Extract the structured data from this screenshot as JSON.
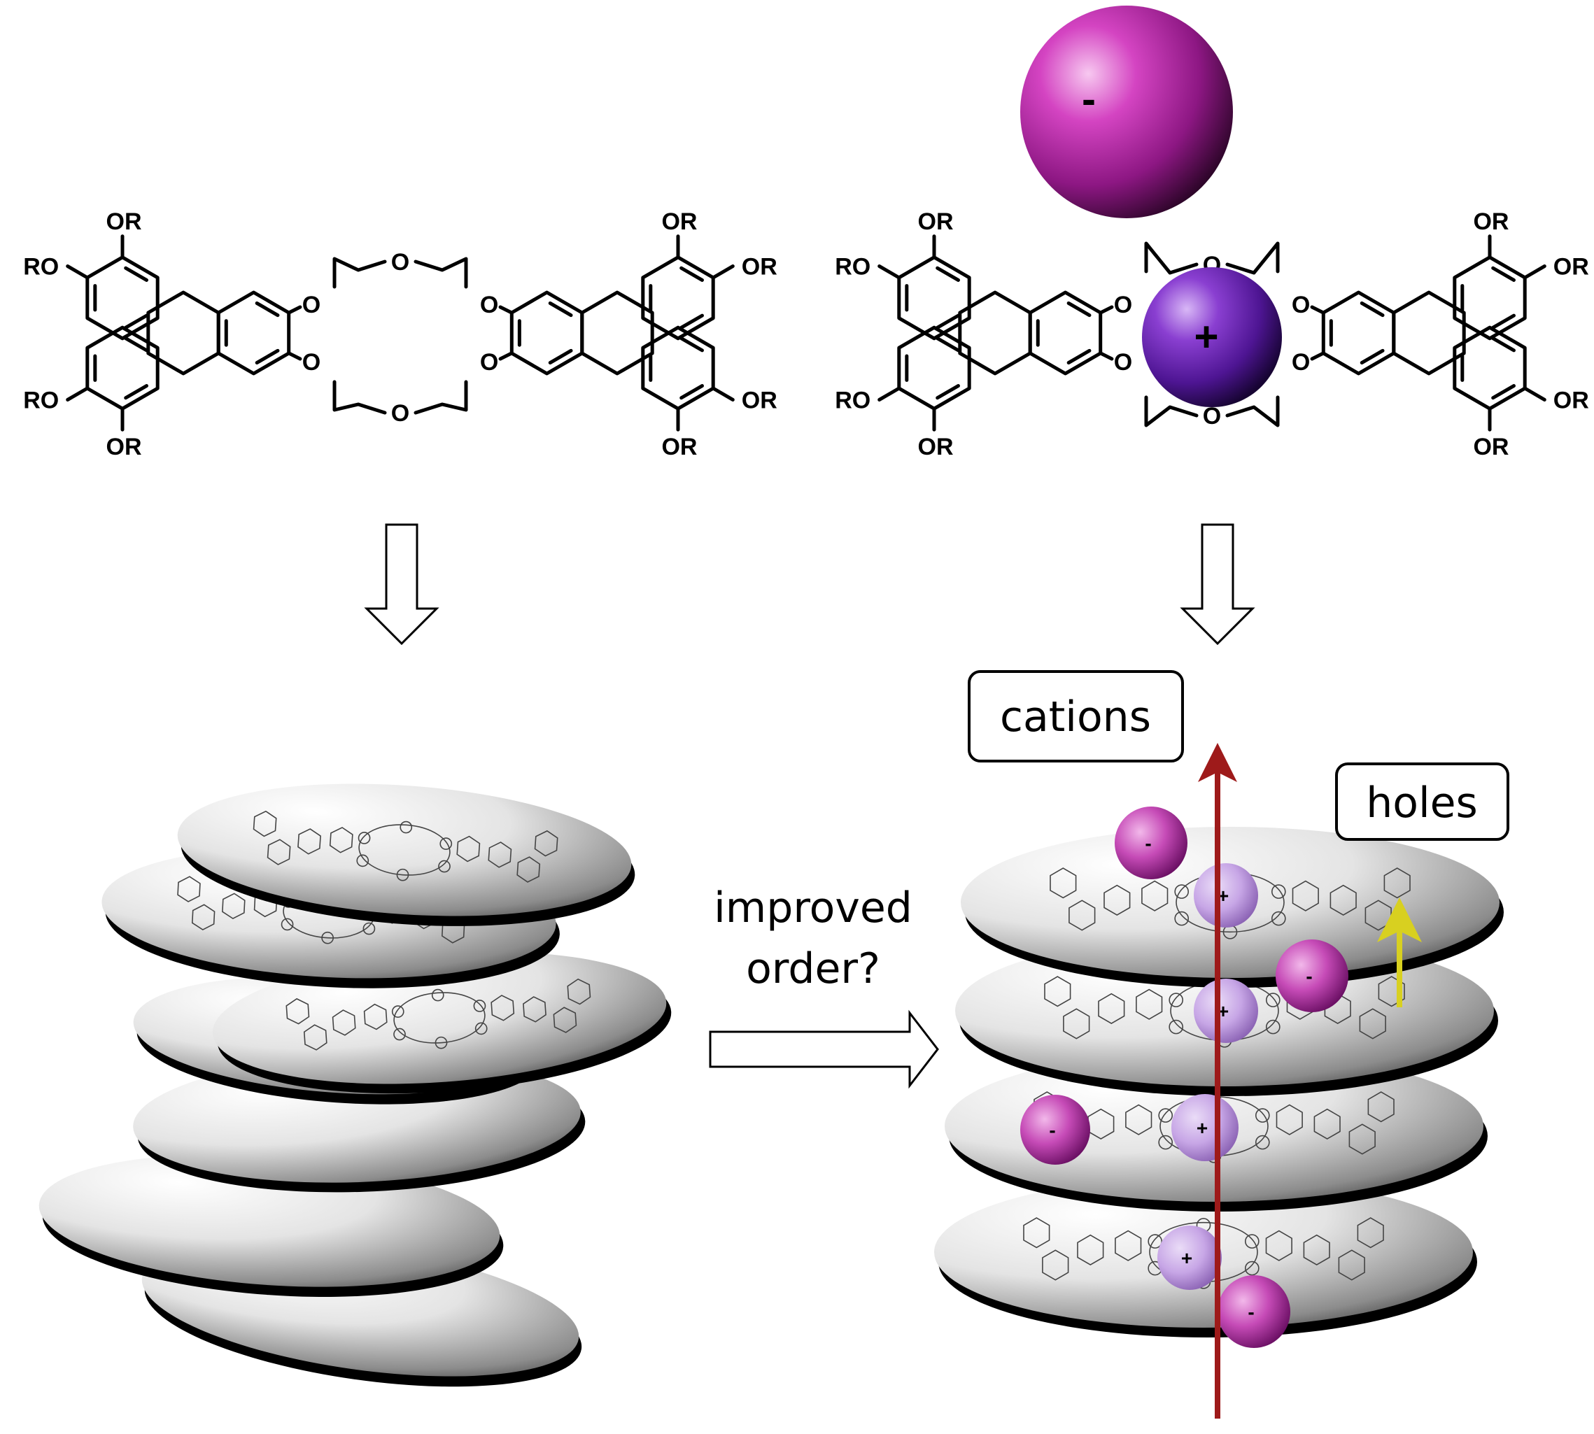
{
  "molecules": {
    "substituent_OR": "OR",
    "substituent_RO": "RO",
    "crown_oxygen": "O"
  },
  "ions": {
    "anion_sign": "-",
    "cation_sign": "+"
  },
  "arrow_label": {
    "line1": "improved",
    "line2": "order?"
  },
  "labels": {
    "cations": "cations",
    "holes": "holes"
  },
  "colors": {
    "anion": "#b0199e",
    "cation": "#6a1fb5",
    "cation_channel_arrow": "#9e1a1a",
    "hole_arrow": "#e3dc1e",
    "disc": "#bdbdbd"
  }
}
